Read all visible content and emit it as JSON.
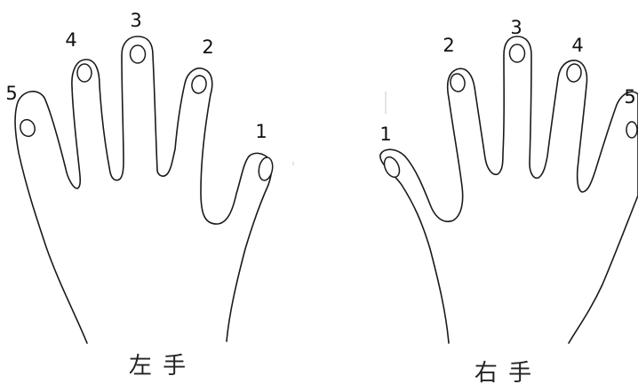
{
  "left_hand": {
    "caption": "左 手",
    "fingers": [
      {
        "number": "5",
        "name": "pinky"
      },
      {
        "number": "4",
        "name": "ring"
      },
      {
        "number": "3",
        "name": "middle"
      },
      {
        "number": "2",
        "name": "index"
      },
      {
        "number": "1",
        "name": "thumb"
      }
    ]
  },
  "right_hand": {
    "caption": "右 手",
    "fingers": [
      {
        "number": "1",
        "name": "thumb"
      },
      {
        "number": "2",
        "name": "index"
      },
      {
        "number": "3",
        "name": "middle"
      },
      {
        "number": "4",
        "name": "ring"
      },
      {
        "number": "5",
        "name": "pinky"
      }
    ]
  }
}
